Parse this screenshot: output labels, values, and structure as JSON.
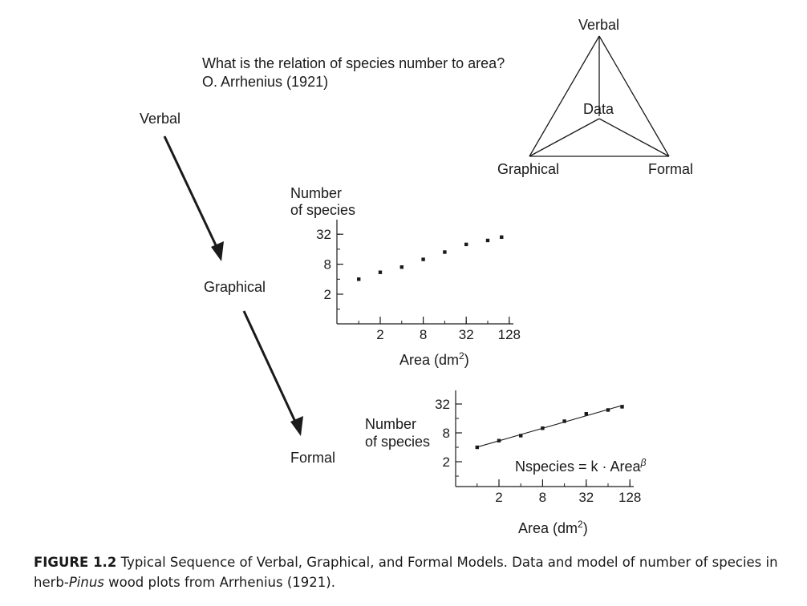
{
  "question": {
    "line1": "What is the relation of species number to area?",
    "line2": "O. Arrhenius (1921)"
  },
  "sequence": {
    "verbal": "Verbal",
    "graphical": "Graphical",
    "formal": "Formal"
  },
  "triangle": {
    "top": "Verbal",
    "center": "Data",
    "left": "Graphical",
    "right": "Formal"
  },
  "plot1": {
    "ylabel_line1": "Number",
    "ylabel_line2": "of species",
    "yticks": [
      "32",
      "8",
      "2"
    ],
    "xticks": [
      "2",
      "8",
      "32",
      "128"
    ],
    "xlabel": "Area (dm",
    "xlabel_sup": "2",
    "xlabel_end": ")"
  },
  "plot2": {
    "ylabel_line1": "Number",
    "ylabel_line2": "of species",
    "yticks": [
      "32",
      "8",
      "2"
    ],
    "xticks": [
      "2",
      "8",
      "32",
      "128"
    ],
    "xlabel": "Area (dm",
    "xlabel_sup": "2",
    "xlabel_end": ")",
    "equation_main": "Nspecies = k · Area",
    "equation_exp": "β"
  },
  "caption": {
    "label": "FIGURE 1.2",
    "text1": "Typical Sequence of Verbal, Graphical, and Formal Models. Data and model of number of species in",
    "text2_pre": "herb-",
    "text2_italic": "Pinus",
    "text2_post": " wood plots from Arrhenius (1921)."
  },
  "chart_data": [
    {
      "type": "scatter",
      "x": [
        1,
        2,
        4,
        8,
        16,
        32,
        64,
        100
      ],
      "y": [
        4,
        5.5,
        7,
        10,
        14,
        20,
        24,
        28
      ],
      "xlabel": "Area (dm2)",
      "ylabel": "Number of species",
      "xticks": [
        2,
        8,
        32,
        128
      ],
      "yticks": [
        2,
        8,
        32
      ],
      "xscale": "log",
      "yscale": "log"
    },
    {
      "type": "scatter",
      "x": [
        1,
        2,
        4,
        8,
        16,
        32,
        64,
        100
      ],
      "y": [
        4,
        5.5,
        7,
        10,
        14,
        20,
        24,
        28
      ],
      "fit": "power",
      "equation": "Nspecies = k · Area^β",
      "xlabel": "Area (dm2)",
      "ylabel": "Number of species",
      "xticks": [
        2,
        8,
        32,
        128
      ],
      "yticks": [
        2,
        8,
        32
      ],
      "xscale": "log",
      "yscale": "log"
    }
  ]
}
